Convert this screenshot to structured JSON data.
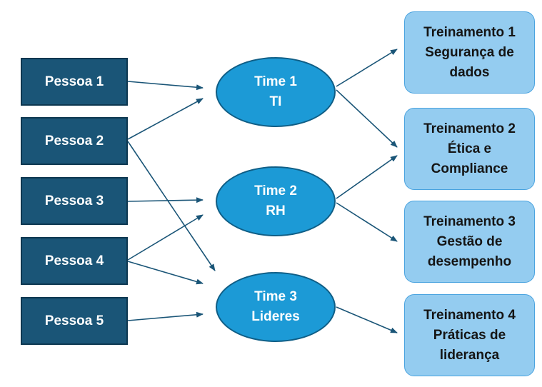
{
  "people": [
    {
      "label": "Pessoa 1"
    },
    {
      "label": "Pessoa 2"
    },
    {
      "label": "Pessoa 3"
    },
    {
      "label": "Pessoa 4"
    },
    {
      "label": "Pessoa 5"
    }
  ],
  "teams": [
    {
      "line1": "Time 1",
      "line2": "TI"
    },
    {
      "line1": "Time 2",
      "line2": "RH"
    },
    {
      "line1": "Time 3",
      "line2": "Lideres"
    }
  ],
  "trainings": [
    {
      "line1": "Treinamento 1",
      "line2": "Segurança de",
      "line3": "dados"
    },
    {
      "line1": "Treinamento 2",
      "line2": "Ética e",
      "line3": "Compliance"
    },
    {
      "line1": "Treinamento 3",
      "line2": "Gestão de",
      "line3": "desempenho"
    },
    {
      "line1": "Treinamento 4",
      "line2": "Práticas de",
      "line3": "liderança"
    }
  ],
  "connections": {
    "people_to_teams": [
      {
        "from": "Pessoa 1",
        "to": "Time 1"
      },
      {
        "from": "Pessoa 2",
        "to": "Time 1"
      },
      {
        "from": "Pessoa 2",
        "to": "Time 3"
      },
      {
        "from": "Pessoa 3",
        "to": "Time 2"
      },
      {
        "from": "Pessoa 4",
        "to": "Time 2"
      },
      {
        "from": "Pessoa 4",
        "to": "Time 3"
      },
      {
        "from": "Pessoa 5",
        "to": "Time 3"
      }
    ],
    "teams_to_trainings": [
      {
        "from": "Time 1",
        "to": "Treinamento 1"
      },
      {
        "from": "Time 1",
        "to": "Treinamento 2"
      },
      {
        "from": "Time 2",
        "to": "Treinamento 2"
      },
      {
        "from": "Time 2",
        "to": "Treinamento 3"
      },
      {
        "from": "Time 3",
        "to": "Treinamento 4"
      }
    ]
  },
  "colors": {
    "person_fill": "#1a5577",
    "team_fill": "#1c9ad6",
    "training_fill": "#94ccf0",
    "arrow": "#1a5577"
  }
}
